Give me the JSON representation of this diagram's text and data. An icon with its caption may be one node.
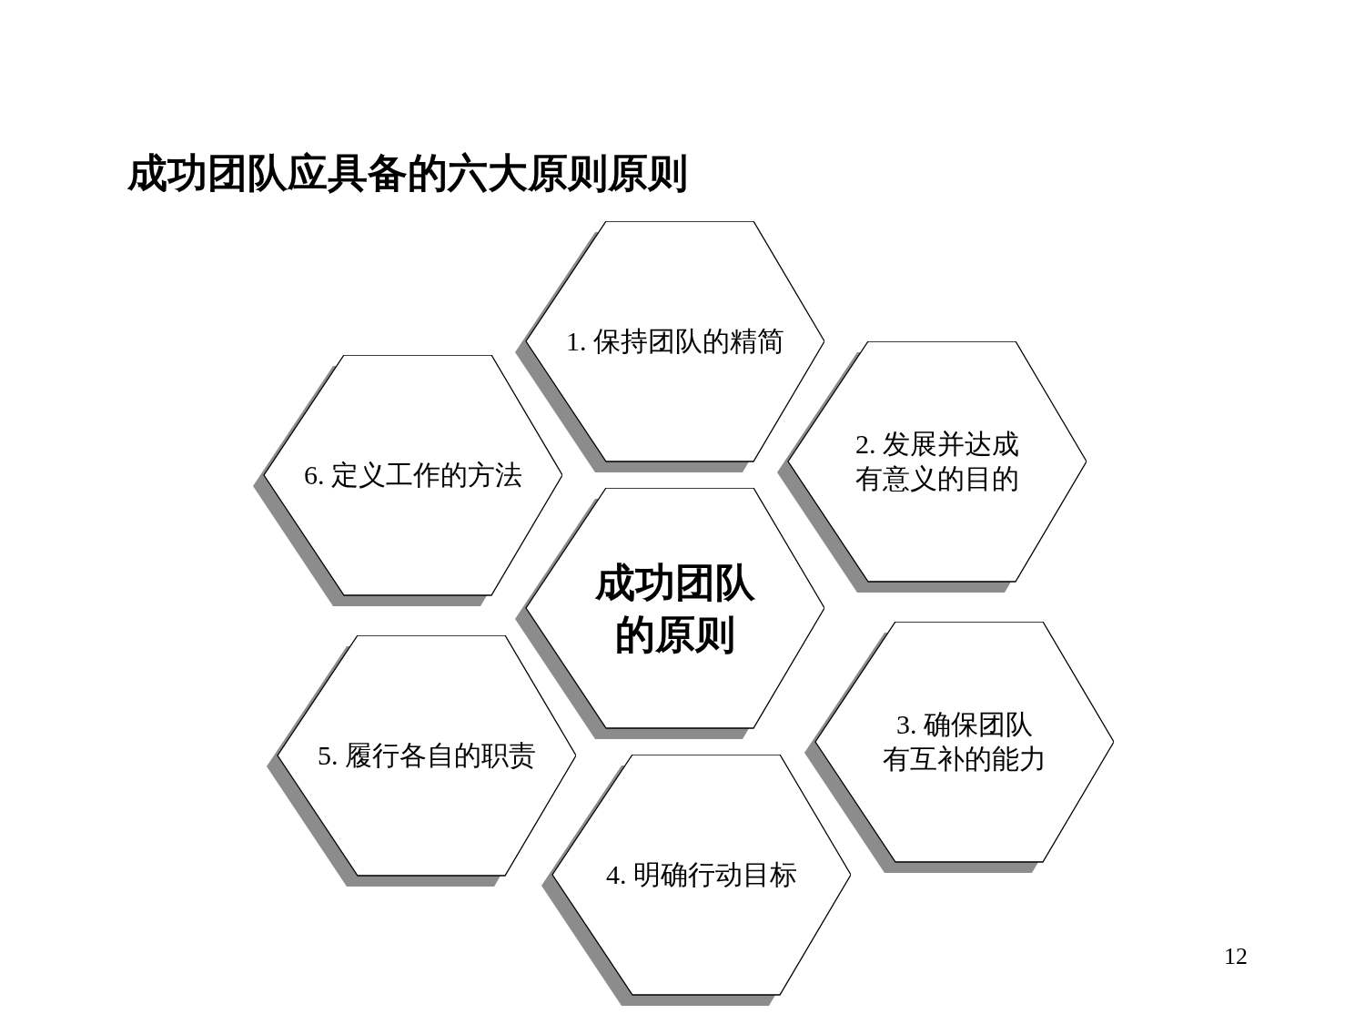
{
  "diagram": {
    "title": "成功团队应具备的六大原则原则",
    "nodes": [
      {
        "text": [
          "成功团队的原则"
        ]
      },
      {
        "text": [
          "1. 保持团队的精简"
        ]
      },
      {
        "text": [
          "2. 发展并达成有意义的目的"
        ]
      },
      {
        "text": [
          "3. 确保团队有互补的能力"
        ]
      },
      {
        "text": [
          "4. 明确行动目标"
        ]
      },
      {
        "text": [
          "5. 履行各自的职责"
        ]
      },
      {
        "text": [
          "6. 定义工作的方法"
        ]
      }
    ],
    "labels": [
      "12"
    ]
  }
}
